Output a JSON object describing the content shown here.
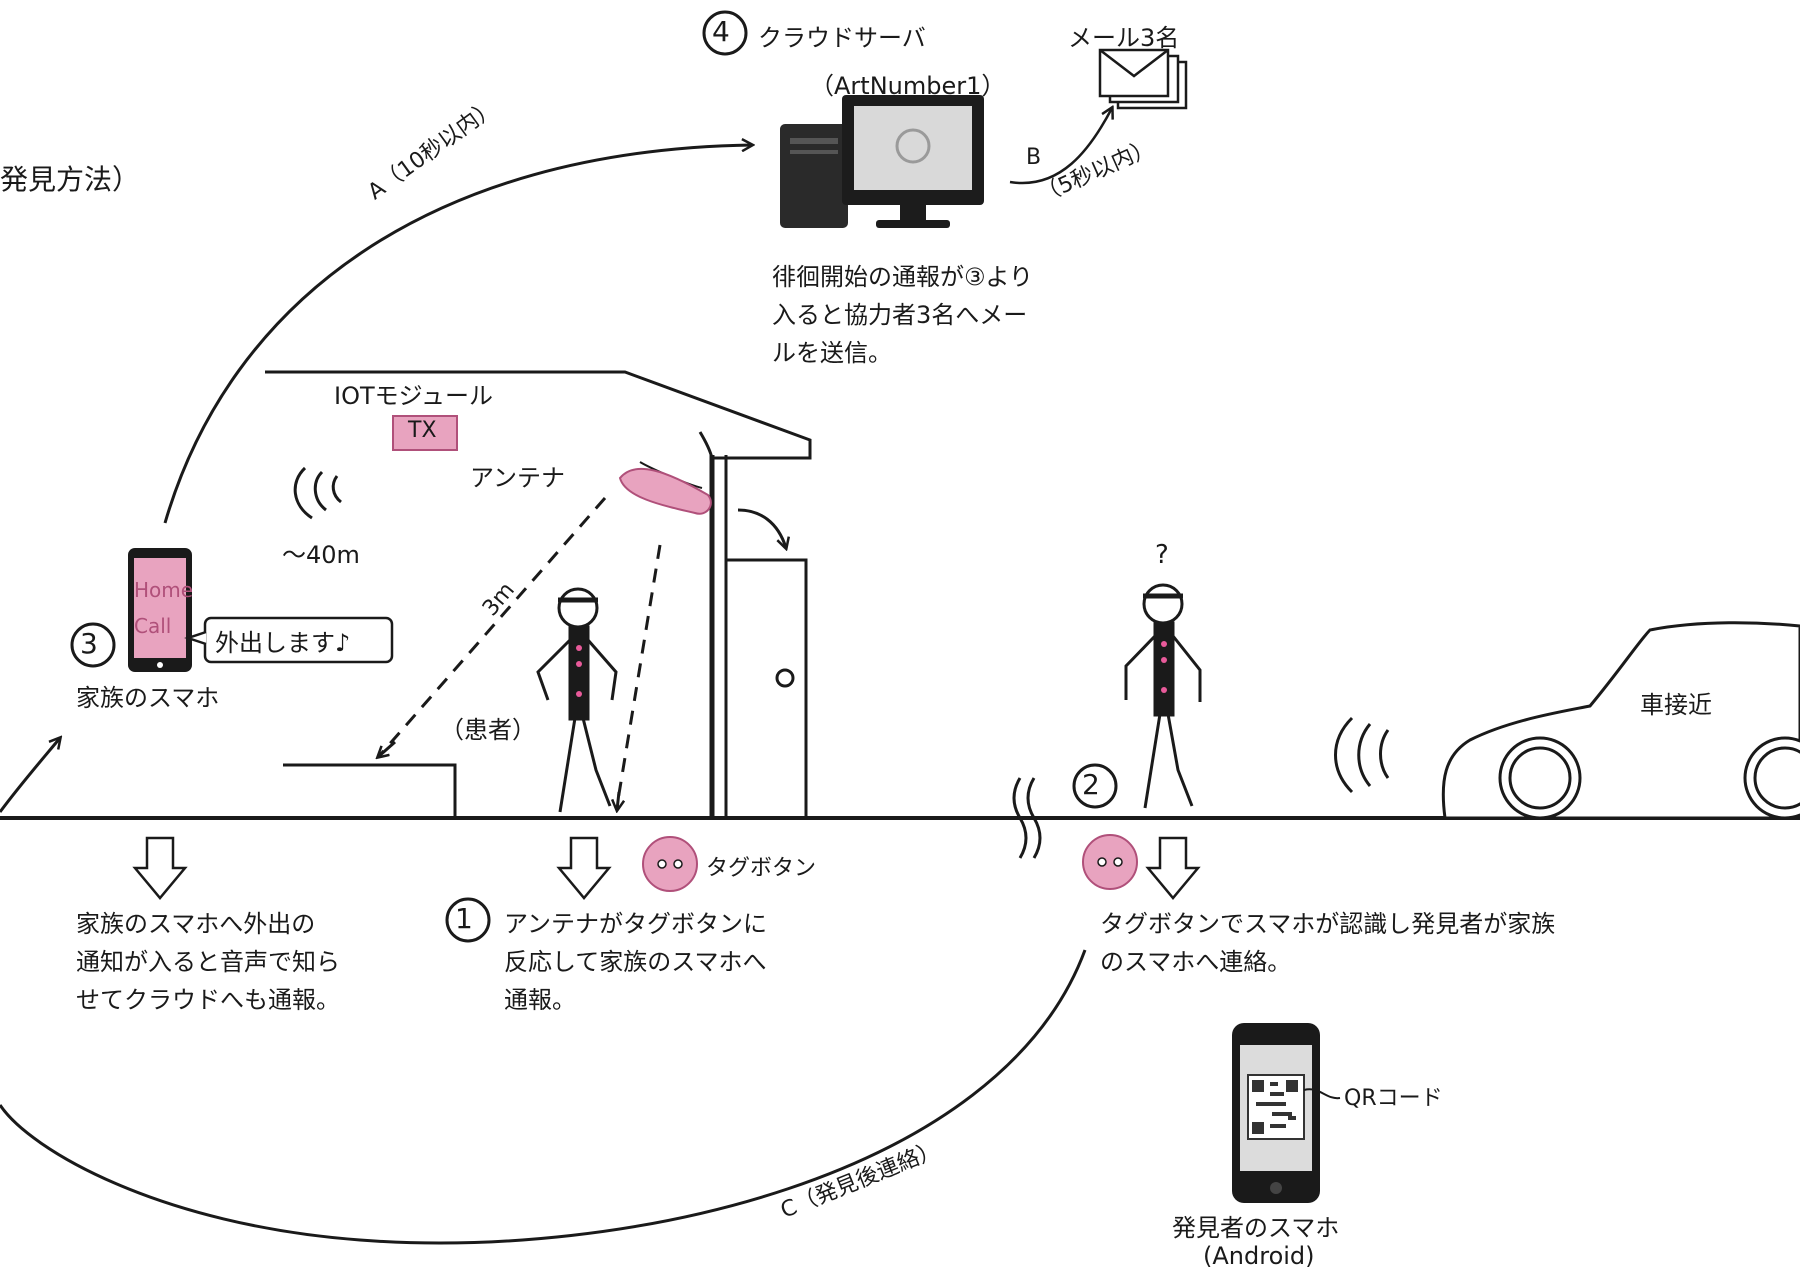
{
  "title_fragment": "発見方法）",
  "server": {
    "number": "④",
    "label": "クラウドサーバ",
    "model": "（ArtNumber1）",
    "note": "徘徊開始の通報が③より\n入ると協力者3名へメー\nルを送信。"
  },
  "mail": {
    "label": "メール3名"
  },
  "arrow_a": {
    "label": "A（10秒以内）"
  },
  "arrow_b": {
    "label": "B",
    "time": "（5秒以内）"
  },
  "arrow_c": {
    "label": "C（発見後連絡）"
  },
  "house": {
    "iot_label": "IOTモジュール",
    "tx": "TX",
    "antenna": "アンテナ",
    "range": "～40m",
    "distance": "3m",
    "patient": "（患者）"
  },
  "family_phone": {
    "number": "③",
    "screen": "Home\nCall",
    "bubble": "外出します♪",
    "caption": "家族のスマホ",
    "note": "家族のスマホへ外出の\n通知が入ると音声で知ら\nせてクラウドへも通報。"
  },
  "step1": {
    "number": "①",
    "tag_label": "タグボタン",
    "note": "アンテナがタグボタンに\n反応して家族のスマホへ\n通報。"
  },
  "step2": {
    "number": "②",
    "question": "?",
    "note": "タグボタンでスマホが認識し発見者が家族\nのスマホへ連絡。"
  },
  "car": {
    "label": "車接近"
  },
  "finder_phone": {
    "qr": "QRコード",
    "caption": "発見者のスマホ",
    "os": "(Android)"
  },
  "colors": {
    "pink": "#e8a3bf",
    "pink_border": "#b0507a",
    "line": "#1a1a1a"
  }
}
